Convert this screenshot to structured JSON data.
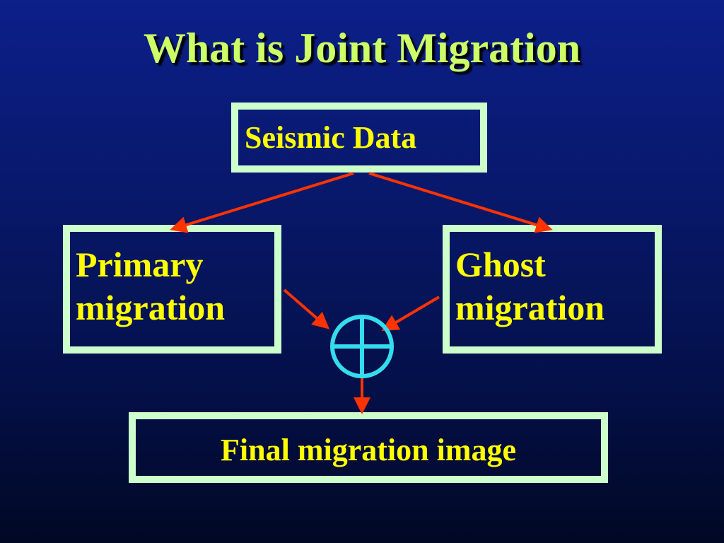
{
  "title": "What is Joint Migration",
  "nodes": {
    "seismic": "Seismic Data",
    "primary": [
      "Primary",
      "migration"
    ],
    "ghost": [
      "Ghost",
      "migration"
    ],
    "final": "Final migration image"
  },
  "colors": {
    "background_top": "#0c1f8a",
    "background_bottom": "#010824",
    "title": "#ccff66",
    "box_text": "#ffff00",
    "box_border": "#ccffcc",
    "arrow": "#ff3300",
    "sum_symbol": "#33ddee"
  },
  "icons": {
    "sum": "circled-plus-icon"
  }
}
